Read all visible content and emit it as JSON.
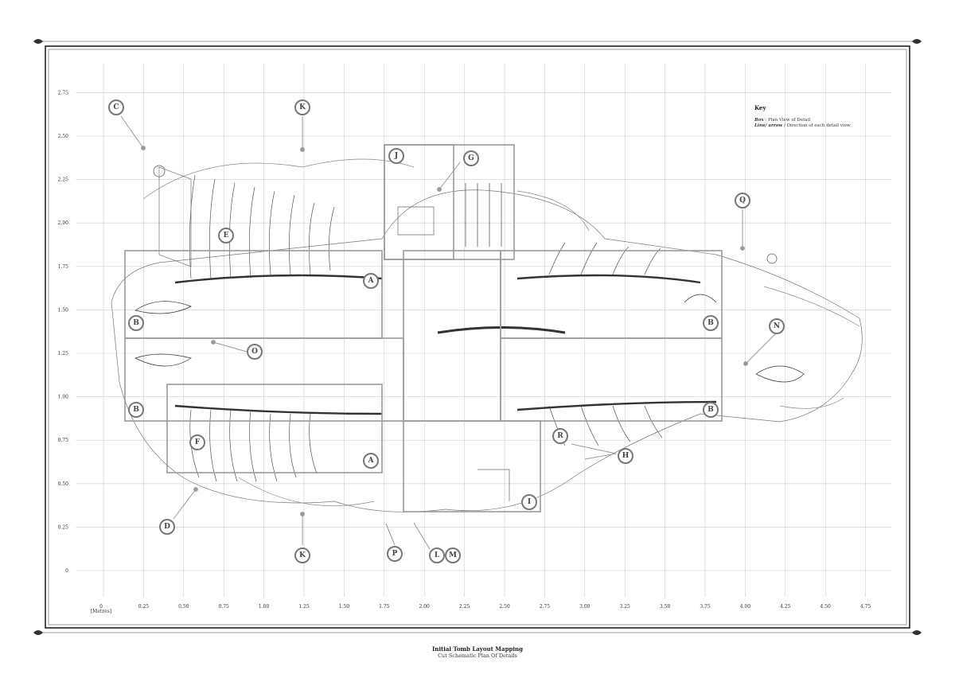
{
  "plan": {
    "title": "Initial Tomb Layout Mapping",
    "subtitle": "Cut Schematic Plan Of Details"
  },
  "key": {
    "heading": "Key",
    "box_term": "Box",
    "box_desc": " : Plan View of Detail",
    "line_term": "Line/ arrow",
    "line_desc": " / Direction of each detail view"
  },
  "axes": {
    "x_ticks": [
      "0",
      "0.25",
      "0.50",
      "0.75",
      "1.00",
      "1.25",
      "1.50",
      "1.75",
      "2.00",
      "2.25",
      "2.50",
      "2.75",
      "3.00",
      "3.25",
      "3.50",
      "3.75",
      "4.00",
      "4.25",
      "4.50",
      "4.75"
    ],
    "x_unit": "[Metres]",
    "y_ticks": [
      "0",
      "0.25",
      "0.50",
      "0.75",
      "1.00",
      "1.25",
      "1.50",
      "1.75",
      "2.00",
      "2.25",
      "2.50",
      "2.75"
    ]
  },
  "callouts": [
    "A",
    "A",
    "B",
    "B",
    "B",
    "B",
    "C",
    "D",
    "E",
    "F",
    "G",
    "H",
    "I",
    "J",
    "K",
    "K",
    "L",
    "M",
    "N",
    "O",
    "P",
    "Q",
    "R"
  ],
  "colors": {
    "line": "#555555",
    "grid": "#cccccc",
    "ink": "#222222",
    "box": "#9a9a9a"
  }
}
